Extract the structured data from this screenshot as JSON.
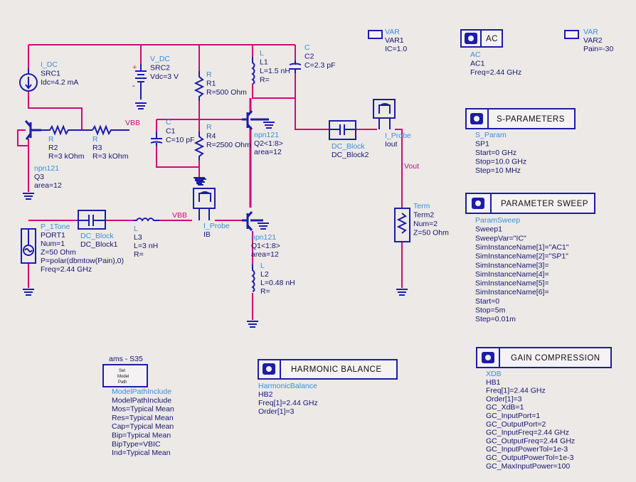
{
  "colors": {
    "wire": "#cc0a7a",
    "component": "#1c1ca8",
    "type_label": "#3a8fd8",
    "text": "#16166e",
    "background": "#ece9e7"
  },
  "nets": {
    "vbb_top": "VBB",
    "vbb_bottom": "VBB",
    "vout": "Vout"
  },
  "controllers": {
    "ac": "AC",
    "s_parameters": "S-PARAMETERS",
    "parameter_sweep": "PARAMETER SWEEP",
    "harmonic_balance": "HARMONIC BALANCE",
    "gain_compression": "GAIN COMPRESSION",
    "model_path_title": "ams - S35",
    "model_path_button": [
      "Set",
      "Model",
      "Path"
    ]
  },
  "components": {
    "idc": [
      "I_DC",
      "SRC1",
      "Idc=4.2 mA"
    ],
    "vdc": [
      "V_DC",
      "SRC2",
      "Vdc=3 V"
    ],
    "r1": [
      "R",
      "R1",
      "R=500 Ohm"
    ],
    "l1": [
      "L",
      "L1",
      "L=1.5 nH",
      "R="
    ],
    "c2": [
      "C",
      "C2",
      "C=2.3 pF"
    ],
    "r2": [
      "R",
      "R2",
      "R=3 kOhm"
    ],
    "q3": [
      "npn121",
      "Q3",
      "area=12"
    ],
    "r3": [
      "R",
      "R3",
      "R=3 kOhm"
    ],
    "c1": [
      "C",
      "C1",
      "C=10 pF"
    ],
    "r4": [
      "R",
      "R4",
      "R=2500 Ohm"
    ],
    "q2": [
      "npn121",
      "Q2<1:8>",
      "area=12"
    ],
    "port1": [
      "P_1Tone",
      "PORT1",
      "Num=1",
      "Z=50 Ohm",
      "P=polar(dbmtow(Pain),0)",
      "Freq=2.44 GHz"
    ],
    "dcblock1": [
      "DC_Block",
      "DC_Block1"
    ],
    "l3": [
      "L",
      "L3",
      "L=3 nH",
      "R="
    ],
    "ib": [
      "I_Probe",
      "IB"
    ],
    "q1": [
      "npn121",
      "Q1<1:8>",
      "area=12"
    ],
    "l2": [
      "L",
      "L2",
      "L=0.48 nH",
      "R="
    ],
    "var1": [
      "VAR",
      "VAR1",
      "IC=1.0"
    ],
    "ac1": [
      "AC",
      "AC1",
      "Freq=2.44 GHz"
    ],
    "var2": [
      "VAR",
      "VAR2",
      "Pain=-30"
    ],
    "dcblock2": [
      "DC_Block",
      "DC_Block2"
    ],
    "iout": [
      "I_Probe",
      "Iout"
    ],
    "sp1": [
      "S_Param",
      "SP1",
      "Start=0 GHz",
      "Stop=10.0 GHz",
      "Step=10 MHz"
    ],
    "term2": [
      "Term",
      "Term2",
      "Num=2",
      "Z=50 Ohm"
    ],
    "sweep1": [
      "ParamSweep",
      "Sweep1",
      "SweepVar=\"IC\"",
      "SimInstanceName[1]=\"AC1\"",
      "SimInstanceName[2]=\"SP1\"",
      "SimInstanceName[3]=",
      "SimInstanceName[4]=",
      "SimInstanceName[5]=",
      "SimInstanceName[6]=",
      "Start=0",
      "Stop=5m",
      "Step=0.01m"
    ],
    "modelpath": [
      "ModelPathInclude",
      "ModelPathInclude",
      "Mos=Typical Mean",
      "Res=Typical Mean",
      "Cap=Typical Mean",
      "Bip=Typical Mean",
      "BipType=VBIC",
      "Ind=Typical Mean"
    ],
    "hb2": [
      "HarmonicBalance",
      "HB2",
      "Freq[1]=2.44 GHz",
      "Order[1]=3"
    ],
    "hb1": [
      "XDB",
      "HB1",
      "Freq[1]=2.44 GHz",
      "Order[1]=3",
      "GC_XdB=1",
      "GC_InputPort=1",
      "GC_OutputPort=2",
      "GC_InputFreq=2.44 GHz",
      "GC_OutputFreq=2.44 GHz",
      "GC_InputPowerTol=1e-3",
      "GC_OutputPowerTol=1e-3",
      "GC_MaxInputPower=100"
    ]
  }
}
